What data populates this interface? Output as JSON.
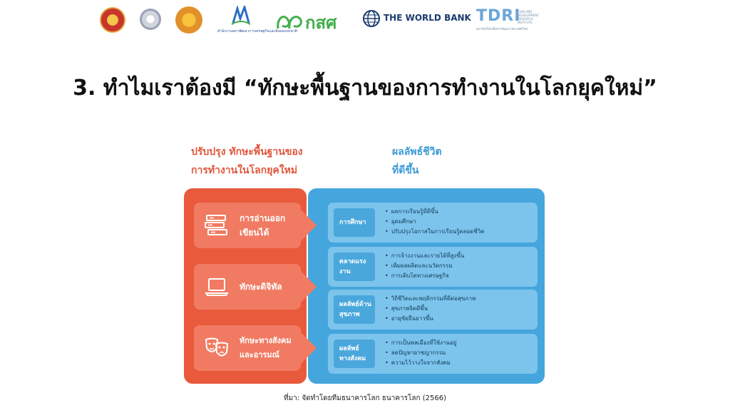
{
  "logos": {
    "eef_text": "กสศ",
    "world_bank_text": "THE WORLD BANK",
    "tdri_text": "TDRI",
    "tdri_side_text": "THAILAND DEVELOPMENT RESEARCH INSTITUTE",
    "tdri_sub_text": "สถาบันวิจัยเพื่อการพัฒนาประเทศไทย",
    "nesdc_caption": "สำนักงานสภาพัฒนาการเศรษฐกิจและสังคมแห่งชาติ"
  },
  "slide": {
    "title": "3. ทำไมเราต้องมี “ทักษะพื้นฐานของการทำงานในโลกยุคใหม่”",
    "left_heading": [
      "ปรับปรุง ทักษะพื้นฐานของ",
      "การทำงานในโลกยุคใหม่"
    ],
    "right_heading": [
      "ผลลัพธ์ชีวิต",
      "ที่ดีขึ้น"
    ],
    "skills": [
      {
        "label": [
          "การอ่านออก",
          "เขียนได้"
        ],
        "icon": "books-icon"
      },
      {
        "label": [
          "ทักษะดิจิทัล"
        ],
        "icon": "laptop-icon"
      },
      {
        "label": [
          "ทักษะทางสังคม",
          "และอารมณ์"
        ],
        "icon": "theater-masks-icon"
      }
    ],
    "outcomes": [
      {
        "tag": [
          "การศึกษา"
        ],
        "items": [
          "ผลการเรียนรู้ที่ดีขึ้น",
          "อุดมศึกษา",
          "ปรับปรุงโอกาสในการเรียนรู้ตลอดชีวิต"
        ]
      },
      {
        "tag": [
          "ตลาดแรง",
          "งาน"
        ],
        "items": [
          "การจ้างงานและรายได้ที่สูงขึ้น",
          "เพิ่มผลผลิตและนวัตกรรม",
          "การเติบโตทางเศรษฐกิจ"
        ]
      },
      {
        "tag": [
          "ผลลัพธ์ด้าน",
          "สุขภาพ"
        ],
        "items": [
          "วิถีชีวิตและพฤติกรรมที่ดีต่อสุขภาพ",
          "สุขภาพจิตดีขึ้น",
          "อายุขัยยืนยาวขึ้น"
        ]
      },
      {
        "tag": [
          "ผลลัพธ์",
          "ทางสังคม"
        ],
        "items": [
          "การเป็นพลเมืองที่ใช้งานอยู่",
          "ลดปัญหาอาชญากรรม",
          "ความไว้วางใจจากสังคม"
        ]
      }
    ],
    "source": "ที่มา: จัดทำโดยทีมธนาคารโลก ธนาคารโลก (2566)"
  },
  "colors": {
    "left_panel": "#e95a3c",
    "skill_card": "#f07b62",
    "right_panel": "#45a6dd",
    "outcome_card": "#7cc4ec",
    "outcome_tag": "#4aa7dc",
    "left_heading": "#e0563b",
    "right_heading": "#3d9ad6"
  }
}
